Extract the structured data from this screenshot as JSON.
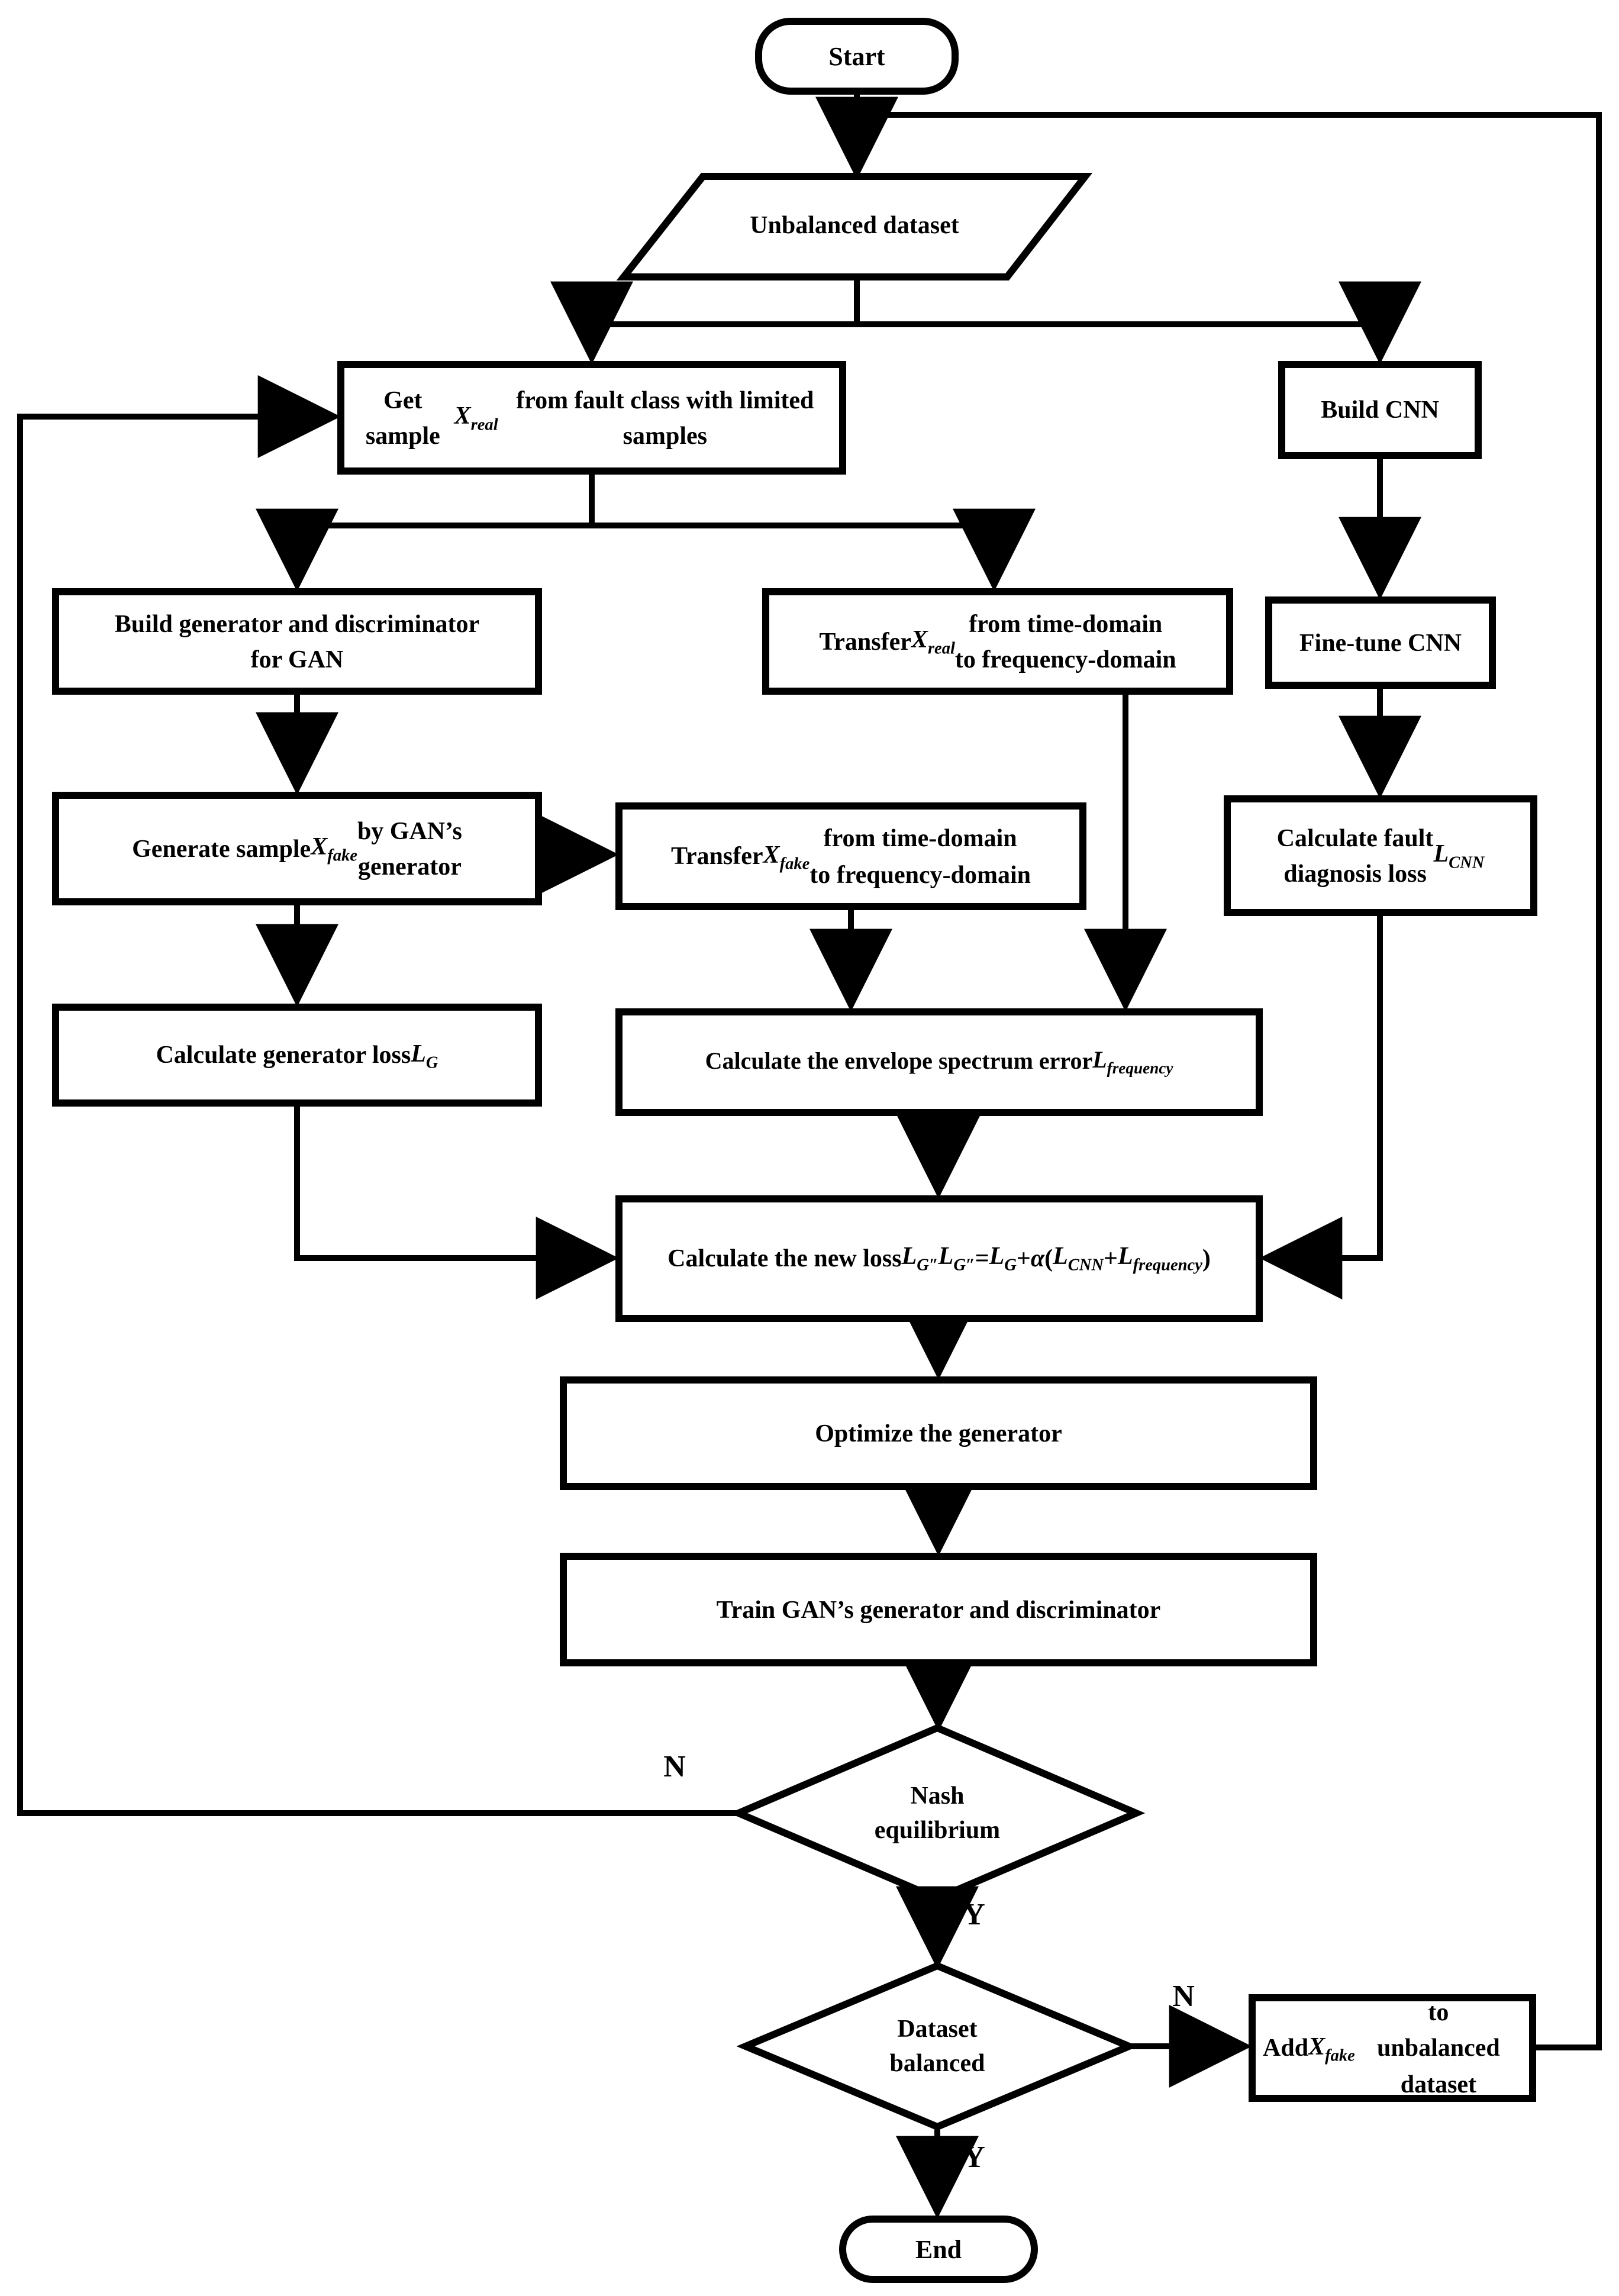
{
  "colors": {
    "line": "#000000",
    "background": "#ffffff",
    "node_fill": "#ffffff"
  },
  "nodes": {
    "start": {
      "label": "Start"
    },
    "unbalanced_dataset": {
      "label": "Unbalanced dataset"
    },
    "get_sample": {
      "html": "Get sample <i>X<sub>real</sub></i> from fault class with limited samples"
    },
    "build_cnn": {
      "label": "Build CNN"
    },
    "build_gan": {
      "html": "Build generator and discriminator<br>for GAN"
    },
    "transfer_real": {
      "html": "Transfer <i>X<sub>real</sub></i> from time-domain<br>to frequency-domain"
    },
    "fine_tune_cnn": {
      "label": "Fine-tune CNN"
    },
    "generate_fake": {
      "html": "Generate sample <i>X<sub>fake</sub></i> by GAN’s<br>generator"
    },
    "transfer_fake": {
      "html": "Transfer <i>X<sub>fake</sub></i> from time-domain<br>to frequency-domain"
    },
    "loss_cnn": {
      "html": "Calculate fault<br>diagnosis loss <i>L<sub>CNN</sub></i>"
    },
    "loss_generator": {
      "html": "Calculate generator loss <i>L<sub>G</sub></i>"
    },
    "envelope_error": {
      "html": "Calculate the envelope spectrum error <i>L<sub>frequency</sub></i>"
    },
    "new_loss": {
      "html": "Calculate the new loss <i>L<sub>G″</sub></i><br><i>L<sub>G″</sub></i> = <i>L<sub>G</sub></i> + <i>α</i>(<i>L<sub>CNN</sub></i> + <i>L<sub>frequency</sub></i>)"
    },
    "optimize_generator": {
      "label": "Optimize the generator"
    },
    "train_gan": {
      "html": "Train GAN’s generator and discriminator"
    },
    "nash_equilibrium": {
      "html": "Nash<br>equilibrium"
    },
    "dataset_balanced": {
      "html": "Dataset<br>balanced"
    },
    "add_fake": {
      "html": "Add <i>X<sub>fake</sub></i> to<br>unbalanced dataset"
    },
    "end": {
      "label": "End"
    }
  },
  "edge_labels": {
    "nash_no": "N",
    "nash_yes": "Y",
    "balanced_no": "N",
    "balanced_yes": "Y"
  }
}
